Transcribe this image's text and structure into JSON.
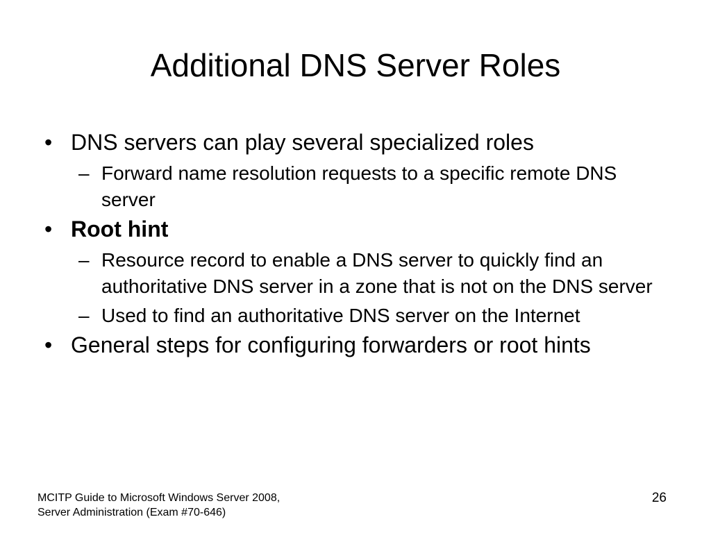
{
  "slide": {
    "title": "Additional DNS Server Roles",
    "bullets": [
      {
        "symbol": "•",
        "text": "DNS servers can play several specialized roles",
        "sub": [
          {
            "symbol": "–",
            "text": "Forward name resolution requests to a specific remote DNS server"
          }
        ]
      },
      {
        "symbol": "•",
        "text": "Root hint",
        "sub": [
          {
            "symbol": "–",
            "text": "Resource record to enable a DNS server to quickly find an authoritative DNS server in a zone that is not on the DNS server"
          },
          {
            "symbol": "–",
            "text": "Used to find an authoritative DNS server on the Internet"
          }
        ]
      },
      {
        "symbol": "•",
        "text": "General steps for configuring forwarders or root hints",
        "sub": []
      }
    ]
  },
  "footer": {
    "course_line1": "MCITP Guide to Microsoft Windows Server 2008,",
    "course_line2": "Server Administration (Exam #70-646)",
    "page_number": "26"
  }
}
